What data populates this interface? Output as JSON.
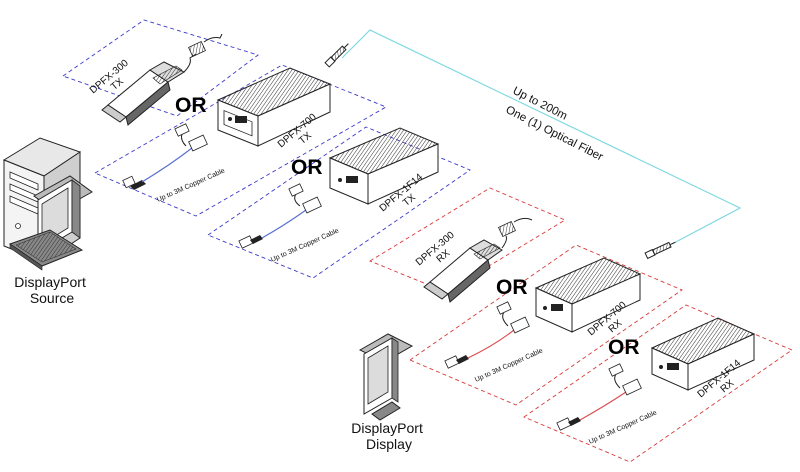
{
  "colors": {
    "tx_group_border": "#3a3ac8",
    "rx_group_border": "#d83a3a",
    "fiber": "#7fd8e0",
    "copper_tx": "#5a6fd0",
    "copper_rx": "#d85050"
  },
  "fiber": {
    "line1": "Up to 200m",
    "line2": "One (1) Optical Fiber"
  },
  "source": {
    "line1": "DisplayPort",
    "line2": "Source"
  },
  "display": {
    "line1": "DisplayPort",
    "line2": "Display"
  },
  "or_label": "OR",
  "copper_cable_label": "Up to 3M Copper Cable",
  "tx_units": [
    {
      "model": "DPFX-300",
      "suffix": "TX"
    },
    {
      "model": "DPFX-700",
      "suffix": "TX"
    },
    {
      "model": "DPFX-1F14",
      "suffix": "TX"
    }
  ],
  "rx_units": [
    {
      "model": "DPFX-300",
      "suffix": "RX"
    },
    {
      "model": "DPFX-700",
      "suffix": "RX"
    },
    {
      "model": "DPFX-1F14",
      "suffix": "RX"
    }
  ]
}
